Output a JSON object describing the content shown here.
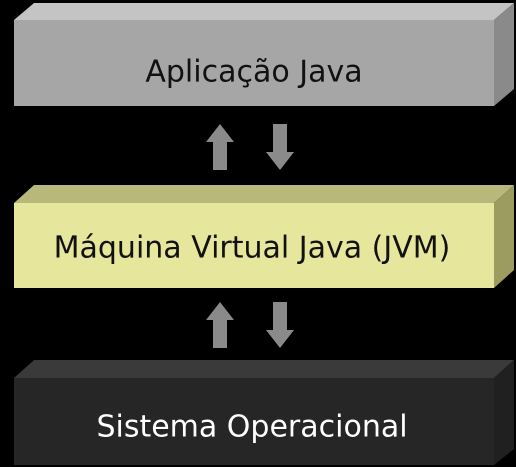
{
  "layers": [
    {
      "label": "Aplicação Java",
      "front_color": "#a6a6a6",
      "top_color": "#c4c4c4",
      "side_color": "#8a8a8a",
      "text_color": "#111111"
    },
    {
      "label": "Máquina Virtual Java (JVM)",
      "front_color": "#e6e69c",
      "top_color": "#b8b87a",
      "side_color": "#9c9c60",
      "text_color": "#111111"
    },
    {
      "label": "Sistema Operacional",
      "front_color": "#262626",
      "top_color": "#3a3a3a",
      "side_color": "#202020",
      "text_color": "#ffffff"
    }
  ],
  "connectors": [
    {
      "from": "Aplicação Java",
      "to": "Máquina Virtual Java (JVM)",
      "arrows": [
        "up-arrow-icon",
        "down-arrow-icon"
      ],
      "arrow_color": "#8a8a8a"
    },
    {
      "from": "Máquina Virtual Java (JVM)",
      "to": "Sistema Operacional",
      "arrows": [
        "up-arrow-icon",
        "down-arrow-icon"
      ],
      "arrow_color": "#8a8a8a"
    }
  ]
}
